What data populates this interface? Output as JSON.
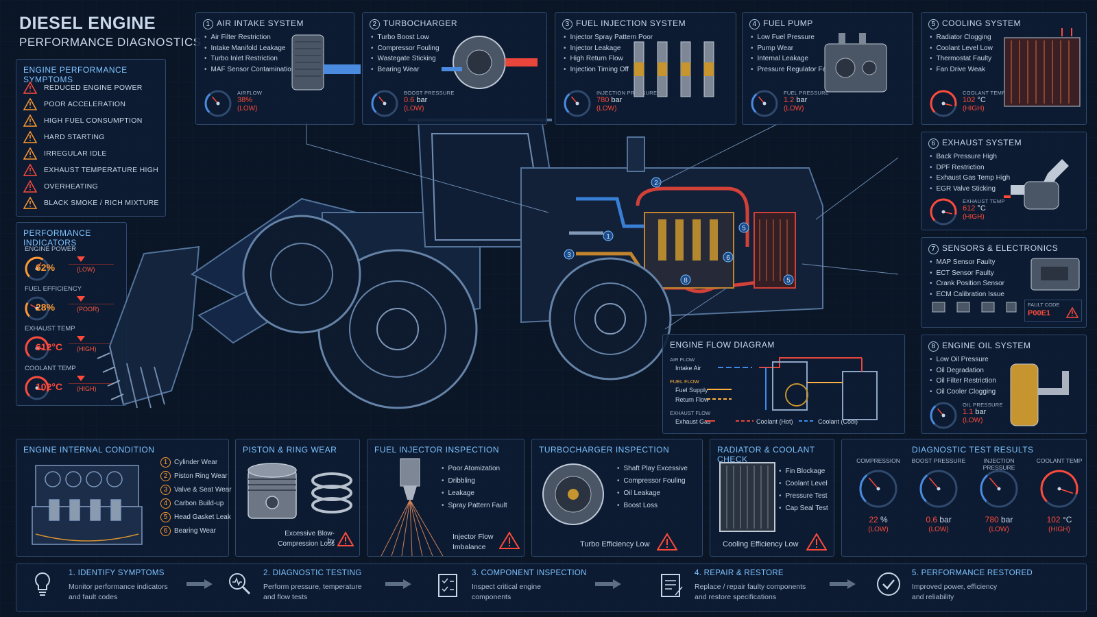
{
  "title": {
    "line1": "DIESEL ENGINE",
    "line2": "PERFORMANCE DIAGNOSTICS"
  },
  "symptoms": {
    "title": "ENGINE PERFORMANCE SYMPTOMS",
    "items": [
      "REDUCED ENGINE POWER",
      "POOR ACCELERATION",
      "HIGH FUEL CONSUMPTION",
      "HARD STARTING",
      "IRREGULAR IDLE",
      "EXHAUST TEMPERATURE HIGH",
      "OVERHEATING",
      "BLACK SMOKE / RICH MIXTURE"
    ]
  },
  "indicators": {
    "title": "PERFORMANCE INDICATORS",
    "items": [
      {
        "label": "ENGINE POWER",
        "value": "62%",
        "status": "(LOW)",
        "level": 0.62
      },
      {
        "label": "FUEL EFFICIENCY",
        "value": "28%",
        "status": "(POOR)",
        "level": 0.28
      },
      {
        "label": "EXHAUST TEMP",
        "value": "612°C",
        "status": "(HIGH)",
        "level": 0.85
      },
      {
        "label": "COOLANT TEMP",
        "value": "102°C",
        "status": "(HIGH)",
        "level": 0.9
      }
    ]
  },
  "systems": [
    {
      "n": "1",
      "title": "AIR INTAKE SYSTEM",
      "items": [
        "Air Filter Restriction",
        "Intake Manifold Leakage",
        "Turbo Inlet Restriction",
        "MAF Sensor Contamination"
      ],
      "glabel": "AIRFLOW",
      "gvalue": "38%",
      "gunit": "",
      "gstatus": "(LOW)"
    },
    {
      "n": "2",
      "title": "TURBOCHARGER",
      "items": [
        "Turbo Boost Low",
        "Compressor Fouling",
        "Wastegate Sticking",
        "Bearing Wear"
      ],
      "glabel": "BOOST PRESSURE",
      "gvalue": "0.6",
      "gunit": "bar",
      "gstatus": "(LOW)"
    },
    {
      "n": "3",
      "title": "FUEL INJECTION SYSTEM",
      "items": [
        "Injector Spray Pattern Poor",
        "Injector Leakage",
        "High Return Flow",
        "Injection Timing Off"
      ],
      "glabel": "INJECTION PRESSURE",
      "gvalue": "780",
      "gunit": "bar",
      "gstatus": "(LOW)"
    },
    {
      "n": "4",
      "title": "FUEL PUMP",
      "items": [
        "Low Fuel Pressure",
        "Pump Wear",
        "Internal Leakage",
        "Pressure Regulator Faulty"
      ],
      "glabel": "FUEL PRESSURE",
      "gvalue": "1.2",
      "gunit": "bar",
      "gstatus": "(LOW)"
    },
    {
      "n": "5",
      "title": "COOLING SYSTEM",
      "items": [
        "Radiator Clogging",
        "Coolant Level Low",
        "Thermostat Faulty",
        "Fan Drive Weak"
      ],
      "glabel": "COOLANT TEMP",
      "gvalue": "102",
      "gunit": "°C",
      "gstatus": "(HIGH)"
    },
    {
      "n": "6",
      "title": "EXHAUST SYSTEM",
      "items": [
        "Back Pressure High",
        "DPF Restriction",
        "Exhaust Gas Temp High",
        "EGR Valve Sticking"
      ],
      "glabel": "EXHAUST TEMP",
      "gvalue": "612",
      "gunit": "°C",
      "gstatus": "(HIGH)"
    },
    {
      "n": "7",
      "title": "SENSORS & ELECTRONICS",
      "items": [
        "MAP Sensor Faulty",
        "ECT Sensor Faulty",
        "Crank Position Sensor",
        "ECM Calibration Issue"
      ],
      "faultlabel": "FAULT CODE",
      "faultcode": "P00E1"
    },
    {
      "n": "8",
      "title": "ENGINE OIL SYSTEM",
      "items": [
        "Low Oil Pressure",
        "Oil Degradation",
        "Oil Filter Restriction",
        "Oil Cooler Clogging"
      ],
      "glabel": "OIL PRESSURE",
      "gvalue": "1.1",
      "gunit": "bar",
      "gstatus": "(LOW)"
    }
  ],
  "flow": {
    "title": "ENGINE FLOW DIAGRAM",
    "air_label": "AIR FLOW",
    "intake": "Intake Air",
    "fuel_label": "FUEL FLOW",
    "supply": "Fuel Supply",
    "return": "Return Flow",
    "exhaust_label": "EXHAUST FLOW",
    "exhaust": "Exhaust Gas",
    "hot": "Coolant (Hot)",
    "cool": "Coolant (Cool)"
  },
  "internal": {
    "title": "ENGINE INTERNAL CONDITION",
    "items": [
      "Cylinder Wear",
      "Piston Ring Wear",
      "Valve & Seat Wear",
      "Carbon Build-up",
      "Head Gasket Leak",
      "Bearing Wear"
    ]
  },
  "piston": {
    "title": "PISTON & RING WEAR",
    "note1": "Excessive Blow-by",
    "note2": "Compression Loss"
  },
  "injector": {
    "title": "FUEL INJECTOR INSPECTION",
    "items": [
      "Poor Atomization",
      "Dribbling",
      "Leakage",
      "Spray Pattern Fault"
    ],
    "note1": "Injector Flow",
    "note2": "Imbalance"
  },
  "turbo": {
    "title": "TURBOCHARGER INSPECTION",
    "items": [
      "Shaft Play Excessive",
      "Compressor Fouling",
      "Oil Leakage",
      "Boost Loss"
    ],
    "note": "Turbo Efficiency Low"
  },
  "radiator": {
    "title": "RADIATOR & COOLANT CHECK",
    "items": [
      "Fin Blockage",
      "Coolant Level",
      "Pressure Test",
      "Cap Seal Test"
    ],
    "note": "Cooling Efficiency Low"
  },
  "tests": {
    "title": "DIAGNOSTIC TEST RESULTS",
    "items": [
      {
        "label": "COMPRESSION",
        "value": "22",
        "unit": "%",
        "status": "(LOW)"
      },
      {
        "label": "BOOST PRESSURE",
        "value": "0.6",
        "unit": "bar",
        "status": "(LOW)"
      },
      {
        "label": "INJECTION PRESSURE",
        "value": "780",
        "unit": "bar",
        "status": "(LOW)"
      },
      {
        "label": "COOLANT TEMP",
        "value": "102",
        "unit": "°C",
        "status": "(HIGH)"
      }
    ]
  },
  "steps": [
    {
      "title": "1. IDENTIFY SYMPTOMS",
      "d1": "Monitor performance indicators",
      "d2": "and fault codes"
    },
    {
      "title": "2. DIAGNOSTIC TESTING",
      "d1": "Perform pressure, temperature",
      "d2": "and flow tests"
    },
    {
      "title": "3. COMPONENT INSPECTION",
      "d1": "Inspect critical engine",
      "d2": "components"
    },
    {
      "title": "4. REPAIR & RESTORE",
      "d1": "Replace / repair faulty components",
      "d2": "and restore specifications"
    },
    {
      "title": "5. PERFORMANCE RESTORED",
      "d1": "Improved power, efficiency",
      "d2": "and reliability"
    }
  ],
  "colors": {
    "accent": "#7fc3ff",
    "alert": "#ff4a3a",
    "warn": "#ff9a30",
    "panel": "#0c1c34"
  }
}
